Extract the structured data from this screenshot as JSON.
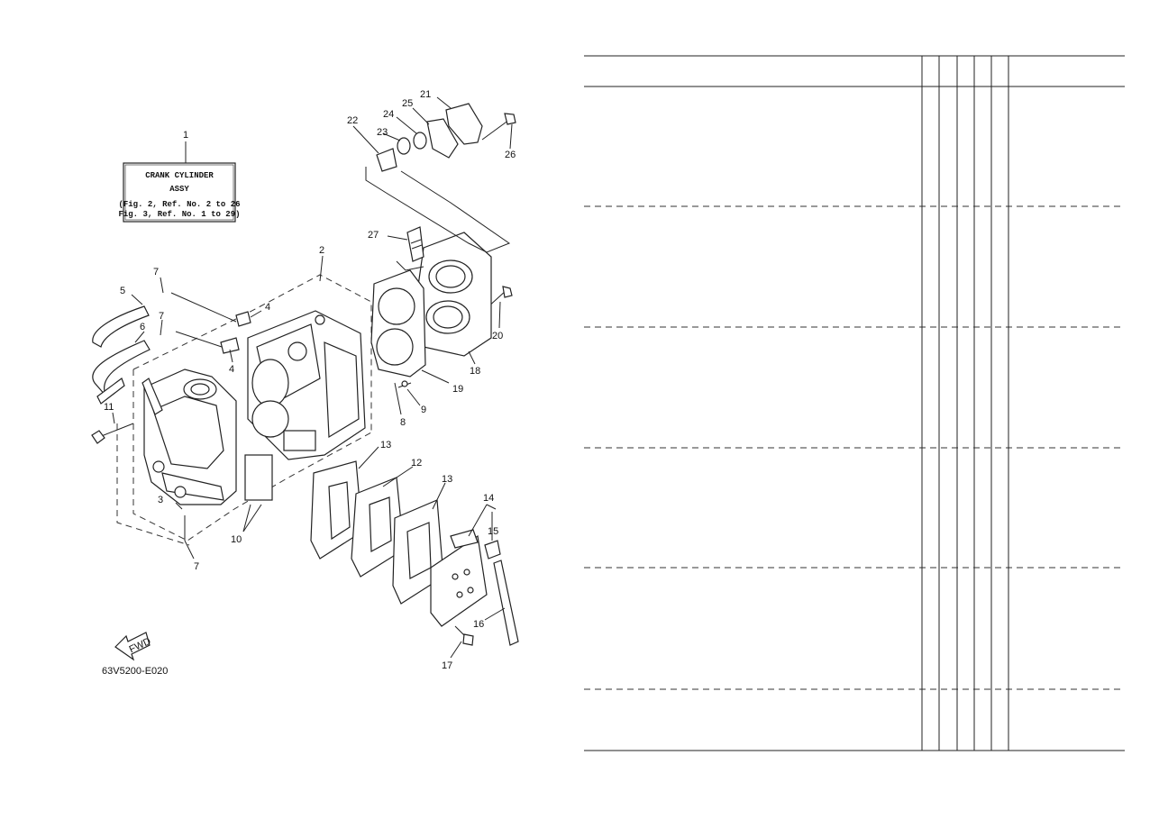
{
  "title_box": {
    "ref": "1",
    "line1": "CRANK CYLINDER",
    "line2": "ASSY",
    "line3": "(Fig. 2, Ref. No. 2 to 26",
    "line4": "Fig. 3, Ref. No. 1 to 29)"
  },
  "callouts": {
    "c2": "2",
    "c3": "3",
    "c4a": "4",
    "c4b": "4",
    "c5": "5",
    "c6": "6",
    "c7a": "7",
    "c7b": "7",
    "c7c": "7",
    "c8": "8",
    "c9": "9",
    "c10": "10",
    "c11": "11",
    "c12": "12",
    "c13a": "13",
    "c13b": "13",
    "c14": "14",
    "c15": "15",
    "c16": "16",
    "c17": "17",
    "c18": "18",
    "c19": "19",
    "c20": "20",
    "c21": "21",
    "c22": "22",
    "c23": "23",
    "c24": "24",
    "c25": "25",
    "c26": "26",
    "c27": "27"
  },
  "fwd_label": "FWD",
  "drawing_code": "63V5200-E020"
}
